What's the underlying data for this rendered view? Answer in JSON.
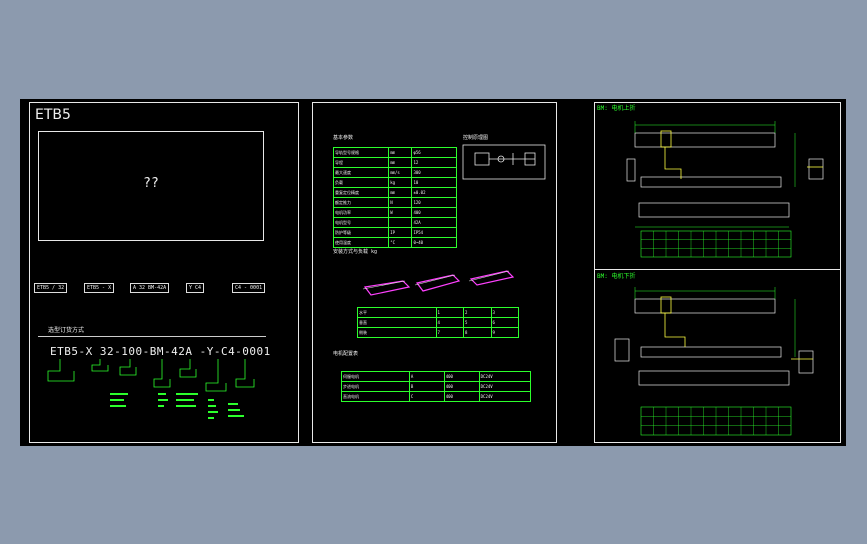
{
  "sheet1": {
    "title": "ETB5",
    "image_placeholder": "??",
    "tags": [
      "ETB5 / 32",
      "ETB5 - X",
      "A 32 BM-42A",
      "Y C4",
      "C4 - 0001"
    ],
    "order_heading": "选型订货方式",
    "order_code": "ETB5-X 32-100-BM-42A -Y-C4-0001"
  },
  "sheet2": {
    "spec_heading": "基本参数",
    "diagram_heading": "控制原理图",
    "spec_rows": [
      [
        "导轨型号规格",
        "mm",
        "φ56"
      ],
      [
        "导程",
        "mm",
        "12"
      ],
      [
        "最大速度",
        "mm/s",
        "300"
      ],
      [
        "负载",
        "kg",
        "10"
      ],
      [
        "重复定位精度",
        "mm",
        "±0.02"
      ],
      [
        "额定推力",
        "N",
        "120"
      ],
      [
        "电机功率",
        "W",
        "400"
      ],
      [
        "电机型号",
        "",
        "42A"
      ],
      [
        "防护等级",
        "IP",
        "IP54"
      ],
      [
        "使用温度",
        "°C",
        "0~40"
      ]
    ],
    "load_heading": "安装方式与负载 kg",
    "load_rows": [
      [
        "水平",
        "1",
        "2",
        "3"
      ],
      [
        "垂直",
        "4",
        "5",
        "6"
      ],
      [
        "侧装",
        "7",
        "8",
        "9"
      ]
    ],
    "motor_heading": "电机配置表",
    "motor_rows": [
      [
        "伺服电机",
        "A",
        "400",
        "DC24V"
      ],
      [
        "步进电机",
        "B",
        "400",
        "DC24V"
      ],
      [
        "直流电机",
        "C",
        "400",
        "DC24V"
      ]
    ]
  },
  "sheet3": {
    "top_heading": "BM: 电机上折",
    "bottom_heading": "BM: 电机下折"
  }
}
